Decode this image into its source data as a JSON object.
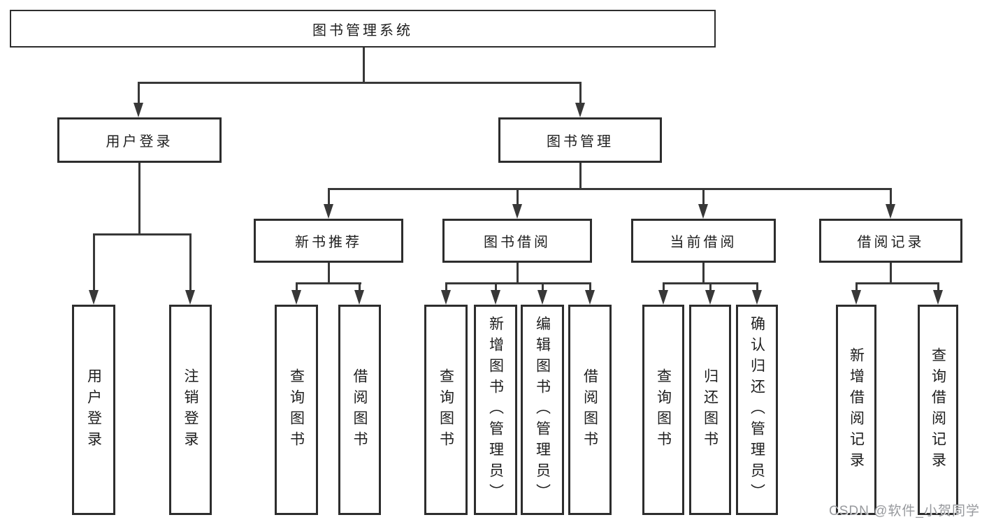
{
  "tree": {
    "root": "图书管理系统",
    "children": [
      {
        "label": "用户登录",
        "children": [
          "用户登录",
          "注销登录"
        ]
      },
      {
        "label": "图书管理",
        "children": [
          {
            "label": "新书推荐",
            "children": [
              "查询图书",
              "借阅图书"
            ]
          },
          {
            "label": "图书借阅",
            "children": [
              "查询图书",
              "新增图书（管理员）",
              "编辑图书（管理员）",
              "借阅图书"
            ]
          },
          {
            "label": "当前借阅",
            "children": [
              "查询图书",
              "归还图书",
              "确认归还（管理员）"
            ]
          },
          {
            "label": "借阅记录",
            "children": [
              "新增借阅记录",
              "查询借阅记录"
            ]
          }
        ]
      }
    ]
  },
  "watermark": {
    "text": "CSDN @软件_小贺同学"
  },
  "colors": {
    "background": "#ffffff",
    "line": "#383838",
    "border": "#2d2d2d",
    "text": "#1e1e1e",
    "watermark": "#97999d"
  }
}
